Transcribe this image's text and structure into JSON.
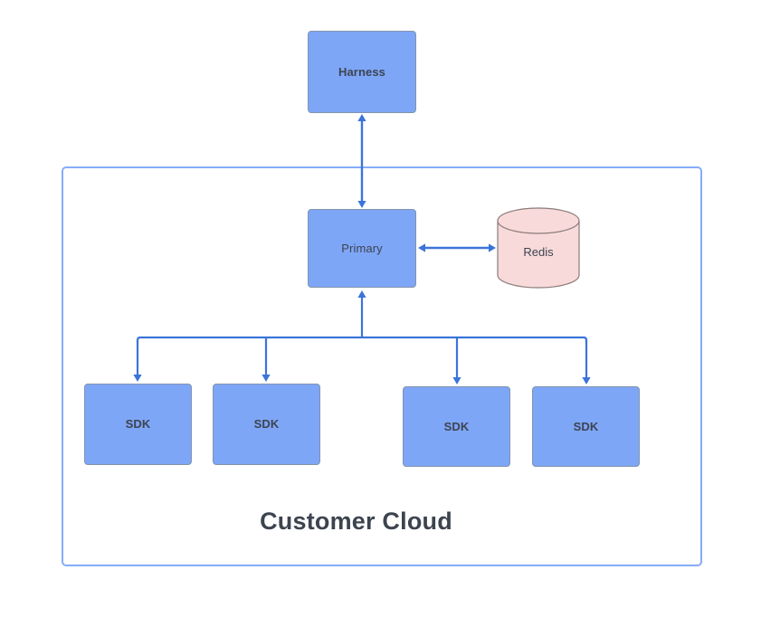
{
  "diagram": {
    "title": "Customer Cloud",
    "boundary": {
      "label": "Customer Cloud",
      "stroke_color": "#85adf7"
    },
    "colors": {
      "node_fill": "#7ea6f7",
      "node_stroke": "#8294ad",
      "datastore_fill": "#f8dada",
      "datastore_stroke": "#8c7b7b",
      "connector": "#3b74d9",
      "text": "#3d4450",
      "boundary": "#85adf7",
      "background": "#ffffff"
    },
    "nodes": [
      {
        "id": "harness",
        "label": "Harness",
        "shape": "rect",
        "weight": "bold"
      },
      {
        "id": "primary",
        "label": "Primary",
        "shape": "rect",
        "weight": "regular"
      },
      {
        "id": "redis",
        "label": "Redis",
        "shape": "cylinder",
        "weight": "regular"
      },
      {
        "id": "sdk1",
        "label": "SDK",
        "shape": "rect",
        "weight": "bold"
      },
      {
        "id": "sdk2",
        "label": "SDK",
        "shape": "rect",
        "weight": "bold"
      },
      {
        "id": "sdk3",
        "label": "SDK",
        "shape": "rect",
        "weight": "bold"
      },
      {
        "id": "sdk4",
        "label": "SDK",
        "shape": "rect",
        "weight": "bold"
      }
    ],
    "edges": [
      {
        "from": "harness",
        "to": "primary",
        "direction": "bidirectional",
        "style": "straight"
      },
      {
        "from": "primary",
        "to": "redis",
        "direction": "bidirectional",
        "style": "straight"
      },
      {
        "from": "sdk1",
        "to": "primary",
        "direction": "both-ends",
        "style": "orthogonal-bus"
      },
      {
        "from": "sdk2",
        "to": "primary",
        "direction": "both-ends",
        "style": "orthogonal-bus"
      },
      {
        "from": "sdk3",
        "to": "primary",
        "direction": "both-ends",
        "style": "orthogonal-bus"
      },
      {
        "from": "sdk4",
        "to": "primary",
        "direction": "both-ends",
        "style": "orthogonal-bus"
      }
    ]
  }
}
